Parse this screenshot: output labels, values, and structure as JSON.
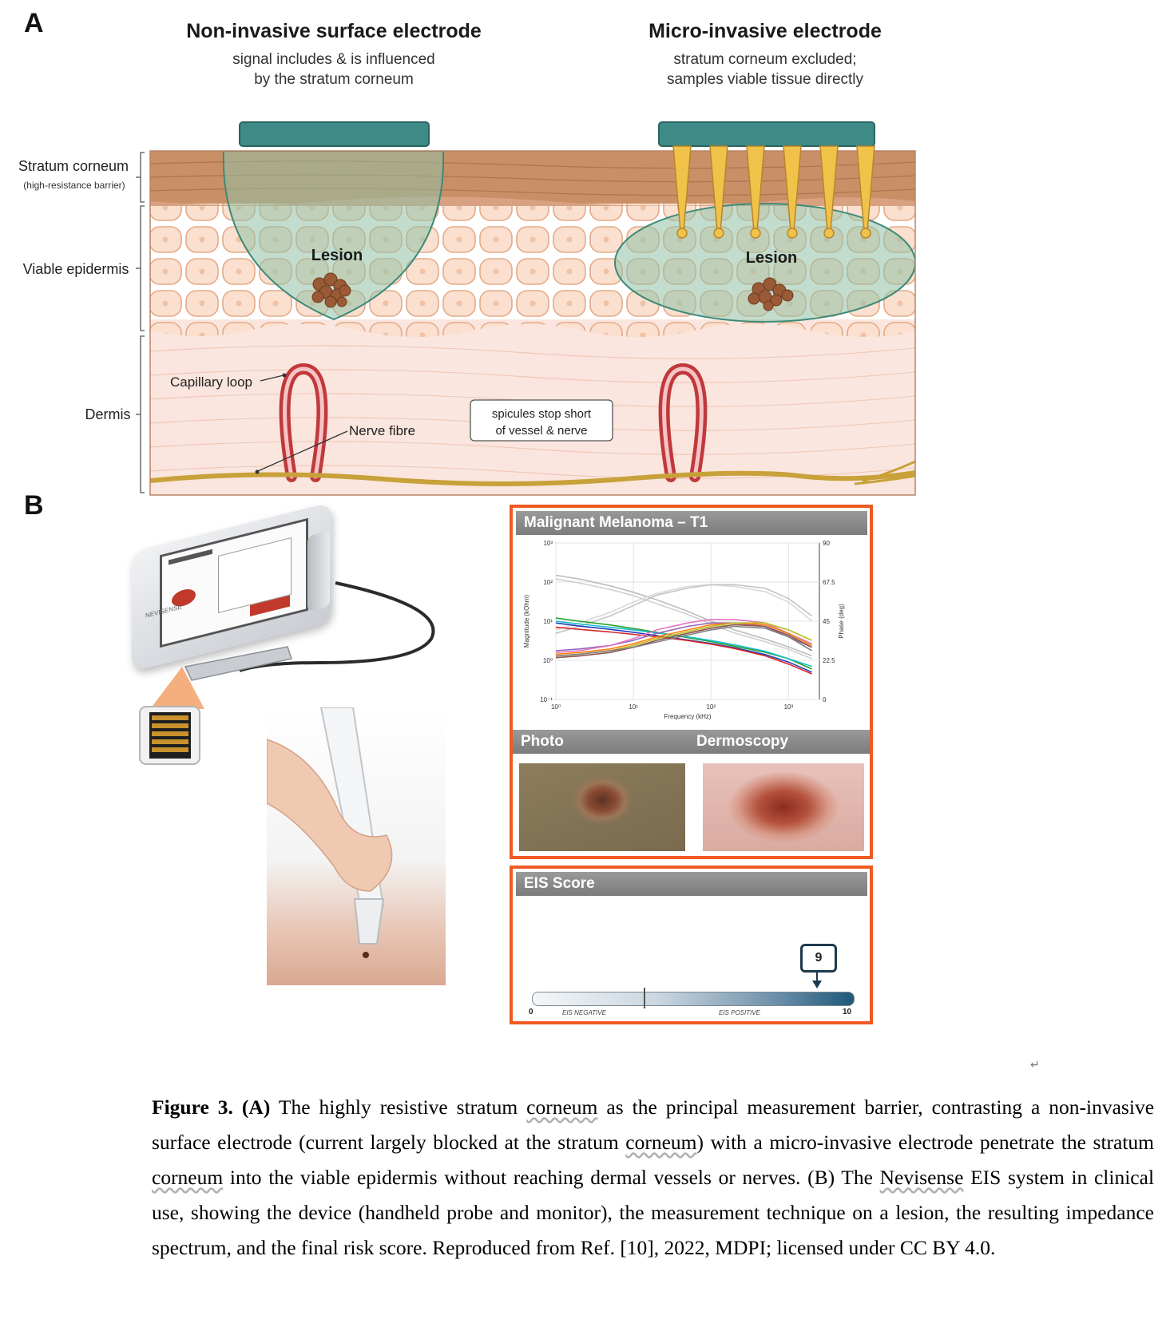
{
  "panel_a": {
    "letter": "A",
    "left_title": "Non-invasive surface electrode",
    "left_subtitle_1": "signal includes & is influenced",
    "left_subtitle_2": "by the stratum corneum",
    "right_title": "Micro-invasive electrode",
    "right_subtitle_1": "stratum corneum excluded;",
    "right_subtitle_2": "samples viable tissue directly",
    "layer_stratum": "Stratum corneum",
    "layer_stratum_note": "(high-resistance barrier)",
    "layer_epidermis": "Viable epidermis",
    "layer_dermis": "Dermis",
    "lesion_label_left": "Lesion",
    "lesion_label_right": "Lesion",
    "capillary_label": "Capillary loop",
    "nerve_label": "Nerve fibre",
    "note_line_1": "spicules stop short",
    "note_line_2": "of vessel & nerve",
    "colors": {
      "stratum": "#c98f66",
      "epidermis": "#f9d3bc",
      "dermis": "#fae6de",
      "electrode": "#3e8a86",
      "spicule": "#f1c24a",
      "lesion_zone": "#8fc1a6",
      "capillary": "#c0393b",
      "nerve": "#c9a13a"
    }
  },
  "panel_b": {
    "letter": "B",
    "chart_title": "Malignant Melanoma – T1",
    "photo_label": "Photo",
    "dermoscopy_label": "Dermoscopy",
    "eis_header": "EIS Score",
    "eis_value": "9",
    "eis_min": "0",
    "eis_max": "10",
    "eis_negative": "EIS NEGATIVE",
    "eis_positive": "EIS POSITIVE",
    "device_brand": "NEVISENSE"
  },
  "chart_data": {
    "type": "line",
    "title": "Malignant Melanoma – T1",
    "xlabel": "Frequency (kHz)",
    "ylabel": "Magnitude (kOhm)",
    "y2label": "Phase (deg)",
    "x_ticks": [
      "10⁰",
      "10¹",
      "10²",
      "10³"
    ],
    "y_ticks": [
      "10⁻¹",
      "10⁰",
      "10¹",
      "10²",
      "10³"
    ],
    "y2_ticks": [
      "0",
      "22.5",
      "45",
      "67.5",
      "90"
    ],
    "xlim": [
      1,
      2500
    ],
    "ylim": [
      0.1,
      1000
    ],
    "y2lim": [
      0,
      90
    ],
    "xscale": "log",
    "yscale": "log",
    "grid": true,
    "x": [
      1,
      2,
      5,
      10,
      20,
      50,
      100,
      200,
      500,
      1000,
      2000
    ],
    "series": [
      {
        "color": "#bdbdbd",
        "axis": "magnitude",
        "values": [
          150,
          120,
          80,
          55,
          35,
          18,
          10,
          6,
          3.5,
          2.2,
          1.3
        ]
      },
      {
        "color": "#cfcfcf",
        "axis": "magnitude",
        "values": [
          120,
          95,
          65,
          45,
          28,
          15,
          8.5,
          5,
          3,
          1.9,
          1.1
        ]
      },
      {
        "color": "#d9d9d9",
        "axis": "phase",
        "values": [
          40,
          44,
          50,
          56,
          61,
          65,
          66,
          65,
          62,
          56,
          45
        ]
      },
      {
        "color": "#c4c4c4",
        "axis": "phase",
        "values": [
          38,
          42,
          48,
          54,
          60,
          64,
          66,
          66,
          64,
          58,
          48
        ]
      },
      {
        "color": "#2ca02c",
        "axis": "magnitude",
        "values": [
          12,
          10,
          8,
          6.5,
          5.2,
          3.8,
          3,
          2.3,
          1.6,
          1.1,
          0.6
        ]
      },
      {
        "color": "#1f3fbf",
        "axis": "magnitude",
        "values": [
          9,
          7.5,
          6.2,
          5.2,
          4.3,
          3.3,
          2.7,
          2.1,
          1.4,
          0.9,
          0.5
        ]
      },
      {
        "color": "#d62728",
        "axis": "magnitude",
        "values": [
          7,
          6.2,
          5.3,
          4.6,
          4,
          3.2,
          2.6,
          2,
          1.3,
          0.8,
          0.45
        ]
      },
      {
        "color": "#17becf",
        "axis": "magnitude",
        "values": [
          10,
          8.5,
          7,
          6,
          5,
          4,
          3.2,
          2.5,
          1.7,
          1.1,
          0.7
        ]
      },
      {
        "color": "#9467bd",
        "axis": "phase",
        "values": [
          28,
          29,
          31,
          34,
          38,
          42,
          44,
          44,
          42,
          36,
          30
        ]
      },
      {
        "color": "#e377c2",
        "axis": "phase",
        "values": [
          27,
          28,
          31,
          35,
          40,
          44,
          46,
          46,
          44,
          38,
          32
        ]
      },
      {
        "color": "#ff7f0e",
        "axis": "phase",
        "values": [
          26,
          27,
          29,
          32,
          36,
          40,
          43,
          44,
          43,
          38,
          31
        ]
      },
      {
        "color": "#bcbd22",
        "axis": "phase",
        "values": [
          25,
          26,
          28,
          31,
          35,
          39,
          42,
          44,
          44,
          40,
          34
        ]
      },
      {
        "color": "#8c564b",
        "axis": "phase",
        "values": [
          24,
          25,
          27,
          30,
          34,
          38,
          41,
          43,
          42,
          37,
          30
        ]
      },
      {
        "color": "#7f7f7f",
        "axis": "phase",
        "values": [
          25,
          26,
          28,
          30,
          33,
          37,
          40,
          42,
          41,
          36,
          28
        ]
      }
    ]
  },
  "caption": {
    "label": "Figure 3.",
    "part_a_label": "(A)",
    "part_a_text_1": "The highly resistive stratum ",
    "part_a_word_1": "corneum",
    "part_a_text_2": " as the principal measurement barrier, contrasting a non-invasive surface electrode (current largely blocked at the stratum ",
    "part_a_word_2": "corneum",
    "part_a_text_3": ") with a micro-invasive electrode penetrate the stratum ",
    "part_a_word_3": "corneum",
    "part_a_text_4": " into the viable epidermis without reaching dermal vessels or nerves.",
    "part_b_label": "(B)",
    "part_b_text_1": " The ",
    "part_b_word_1": "Nevisense",
    "part_b_text_2": " EIS system in clinical use, showing the device (handheld probe and monitor), the measurement technique on a lesion, the resulting impedance spectrum, and the final risk score. Reproduced from Ref. [10], 2022, MDPI; licensed under CC BY 4.0."
  }
}
